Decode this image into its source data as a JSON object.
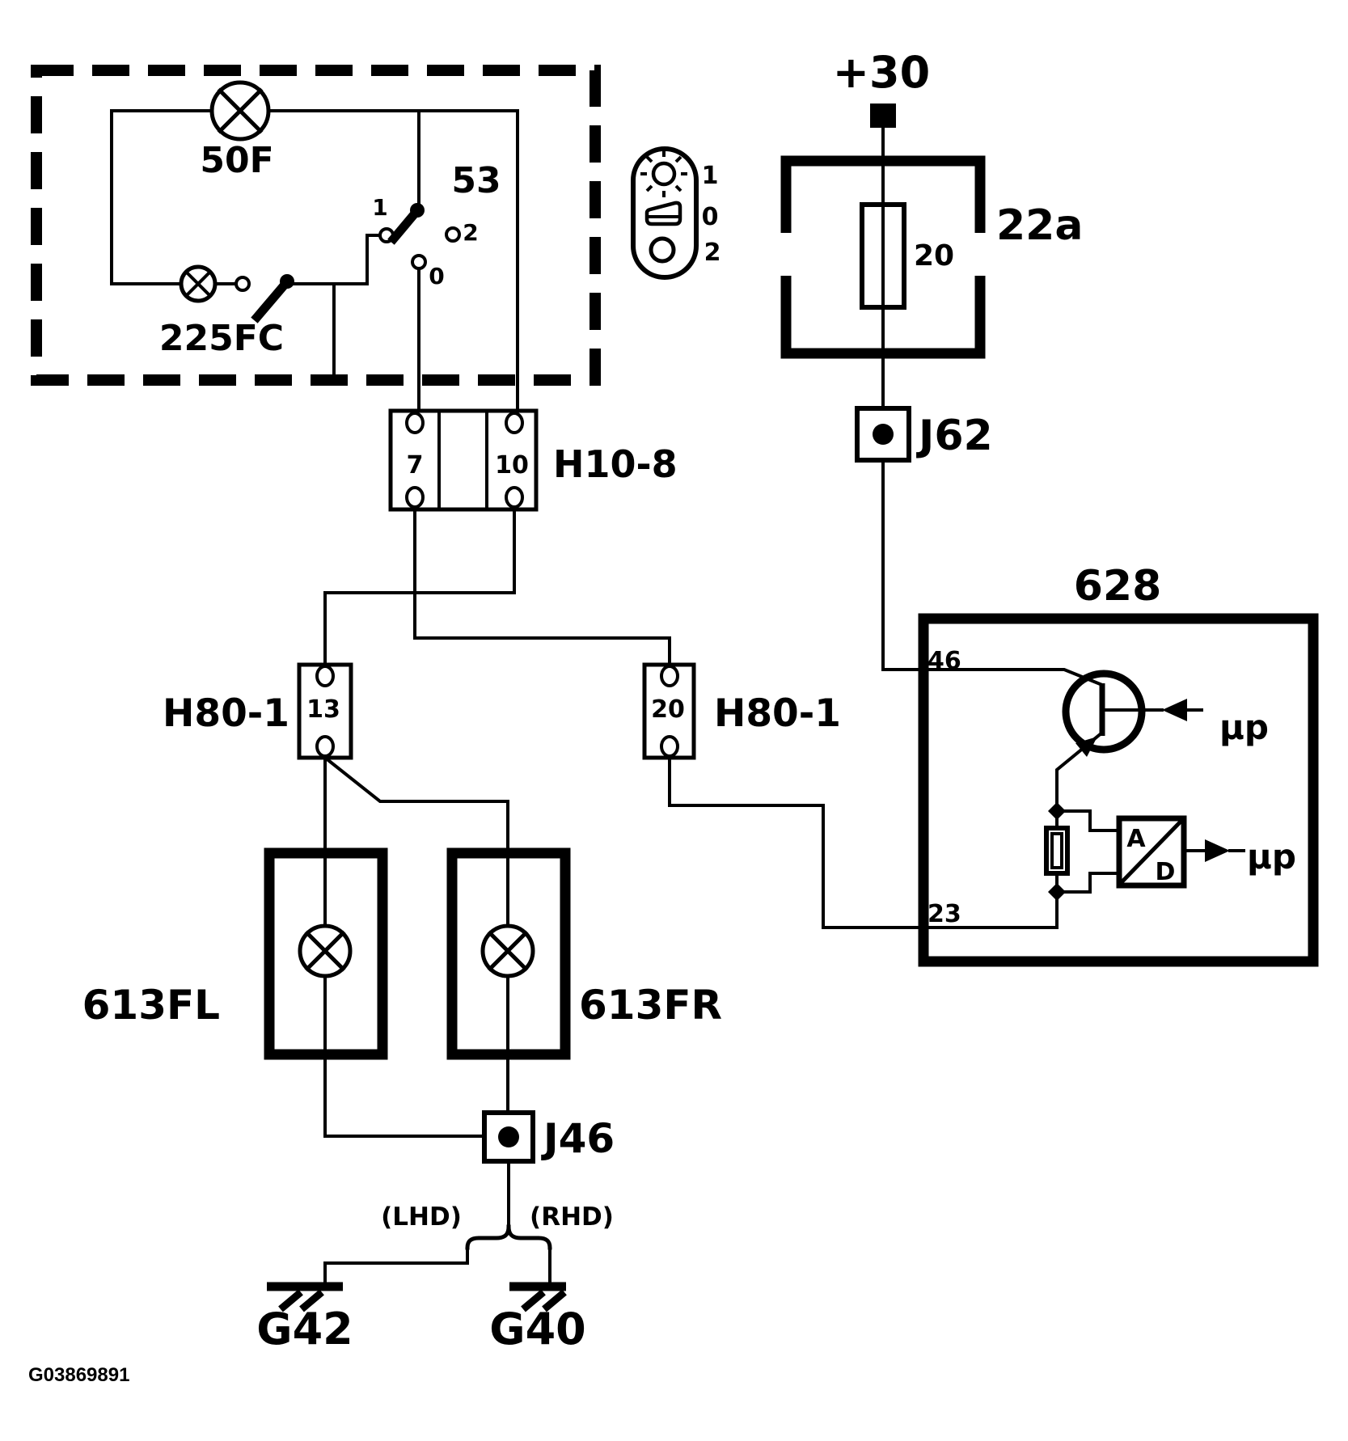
{
  "colors": {
    "ink": "#000000",
    "paper": "#ffffff"
  },
  "footer": {
    "drawing_number": "G03869891"
  },
  "power": {
    "label": "+30"
  },
  "fuse_box_22a": {
    "id": "22a",
    "fuse_value": "20"
  },
  "junction_j62": {
    "id": "J62"
  },
  "junction_j46": {
    "id": "J46"
  },
  "connector_h10_8": {
    "id": "H10-8",
    "pin_left": "7",
    "pin_right": "10"
  },
  "connector_h80_1_left": {
    "id": "H80-1",
    "pin": "13"
  },
  "connector_h80_1_right": {
    "id": "H80-1",
    "pin": "20"
  },
  "module_628": {
    "id": "628",
    "pin_top": "46",
    "pin_bottom": "23",
    "transistor_signal": "µp",
    "adc_signal": "µp",
    "adc_top": "A",
    "adc_bottom": "D"
  },
  "switch_assembly": {
    "lamp_top": "50F",
    "lamp_bottom": "225FC",
    "switch_id": "53",
    "pos_1": "1",
    "pos_2": "2",
    "pos_0": "0"
  },
  "legend": {
    "pos_light": "1",
    "pos_park": "0",
    "pos_off": "2"
  },
  "lamp_left": {
    "id": "613FL"
  },
  "lamp_right": {
    "id": "613FR"
  },
  "variant_left": {
    "label": "(LHD)"
  },
  "variant_right": {
    "label": "(RHD)"
  },
  "ground_left": {
    "id": "G42"
  },
  "ground_right": {
    "id": "G40"
  }
}
